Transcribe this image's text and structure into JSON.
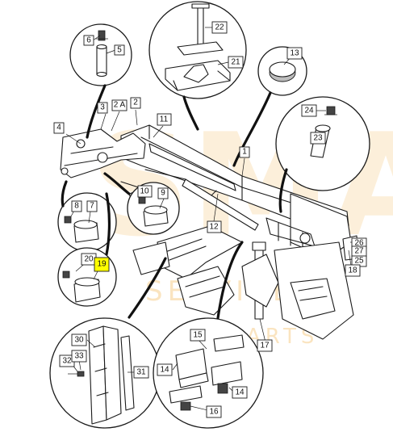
{
  "watermark": {
    "logo_text": "SMA",
    "line1": "SERVICE",
    "line2": "PARTS",
    "color": "#f0a020"
  },
  "highlight_color": "#ffff00",
  "callouts": [
    {
      "id": "c1",
      "text": "1",
      "highlighted": false
    },
    {
      "id": "c2",
      "text": "2",
      "highlighted": false
    },
    {
      "id": "c2a",
      "text": "2 A",
      "highlighted": false
    },
    {
      "id": "c3",
      "text": "3",
      "highlighted": false
    },
    {
      "id": "c4",
      "text": "4",
      "highlighted": false
    },
    {
      "id": "c5",
      "text": "5",
      "highlighted": false
    },
    {
      "id": "c6",
      "text": "6",
      "highlighted": false
    },
    {
      "id": "c7",
      "text": "7",
      "highlighted": false
    },
    {
      "id": "c8",
      "text": "8",
      "highlighted": false
    },
    {
      "id": "c9",
      "text": "9",
      "highlighted": false
    },
    {
      "id": "c10",
      "text": "10",
      "highlighted": false
    },
    {
      "id": "c11",
      "text": "11",
      "highlighted": false
    },
    {
      "id": "c12",
      "text": "12",
      "highlighted": false
    },
    {
      "id": "c13",
      "text": "13",
      "highlighted": false
    },
    {
      "id": "c14a",
      "text": "14",
      "highlighted": false
    },
    {
      "id": "c14b",
      "text": "14",
      "highlighted": false
    },
    {
      "id": "c15",
      "text": "15",
      "highlighted": false
    },
    {
      "id": "c16",
      "text": "16",
      "highlighted": false
    },
    {
      "id": "c17",
      "text": "17",
      "highlighted": false
    },
    {
      "id": "c18",
      "text": "18",
      "highlighted": false
    },
    {
      "id": "c19",
      "text": "19",
      "highlighted": true
    },
    {
      "id": "c20",
      "text": "20",
      "highlighted": false
    },
    {
      "id": "c21",
      "text": "21",
      "highlighted": false
    },
    {
      "id": "c22",
      "text": "22",
      "highlighted": false
    },
    {
      "id": "c23",
      "text": "23",
      "highlighted": false
    },
    {
      "id": "c24",
      "text": "24",
      "highlighted": false
    },
    {
      "id": "c25",
      "text": "25",
      "highlighted": false
    },
    {
      "id": "c26",
      "text": "26",
      "highlighted": false
    },
    {
      "id": "c27",
      "text": "27",
      "highlighted": false
    },
    {
      "id": "c30",
      "text": "30",
      "highlighted": false
    },
    {
      "id": "c31",
      "text": "31",
      "highlighted": false
    },
    {
      "id": "c32",
      "text": "32",
      "highlighted": false
    },
    {
      "id": "c33",
      "text": "33",
      "highlighted": false
    }
  ]
}
